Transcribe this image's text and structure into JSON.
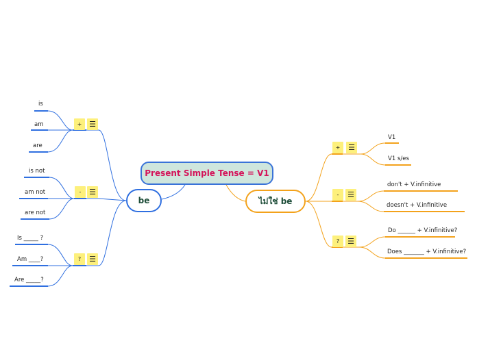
{
  "central_topic": "Present Simple Tense = V1",
  "left_branch": {
    "label": "be",
    "groups": [
      {
        "symbol": "+",
        "items": [
          "is",
          "am",
          "are"
        ]
      },
      {
        "symbol": "-",
        "items": [
          "is not",
          "am not",
          "are not"
        ]
      },
      {
        "symbol": "?",
        "items": [
          "Is _____ ?",
          "Am ____?",
          "Are _____?"
        ]
      }
    ]
  },
  "right_branch": {
    "label": "ไม่ใช่ be",
    "groups": [
      {
        "symbol": "+",
        "items": [
          "V1",
          "V1 s/es"
        ]
      },
      {
        "symbol": "-",
        "items": [
          "don't + V.infinitive",
          "doesn't + V.infinitive"
        ]
      },
      {
        "symbol": "?",
        "items": [
          "Do ______ + V.infinitive?",
          "Does _______ + V.infinitive?"
        ]
      }
    ]
  },
  "notes_icon": "list-lines-icon",
  "colors": {
    "central_fill": "#cfe6dd",
    "central_border": "#3a73d8",
    "central_text": "#d4145a",
    "left_branch": "#2f6fe0",
    "right_branch": "#f3a21b",
    "tag_fill": "#fdf07c"
  }
}
